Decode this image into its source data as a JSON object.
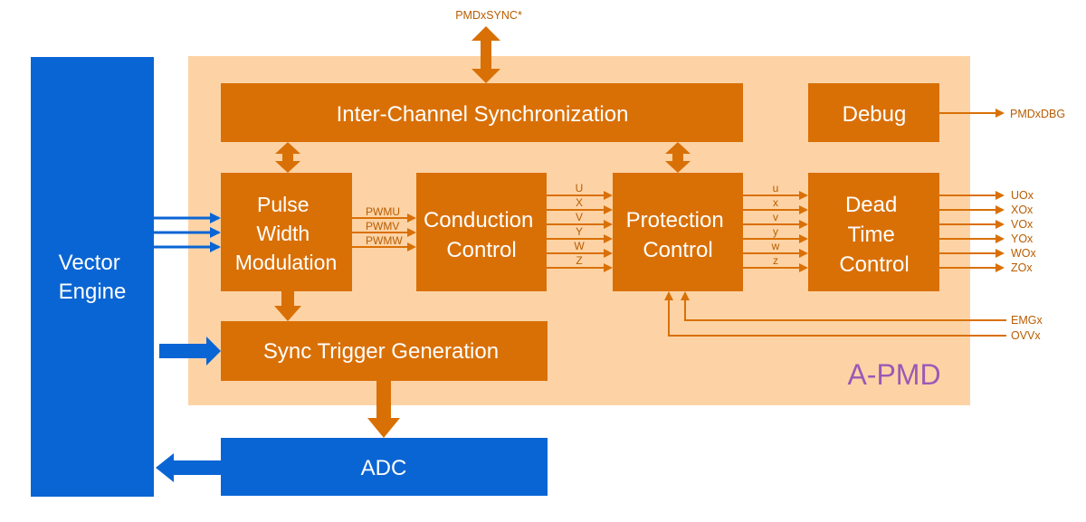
{
  "colors": {
    "orange": "#d97006",
    "light_orange": "#fdd3a5",
    "blue": "#0a65d4",
    "apmd_label": "#9b59b6"
  },
  "blocks": {
    "vector_engine": [
      "Vector",
      "Engine"
    ],
    "inter_channel": "Inter-Channel Synchronization",
    "debug": "Debug",
    "pulse_width": [
      "Pulse",
      "Width",
      "Modulation"
    ],
    "conduction": [
      "Conduction",
      "Control"
    ],
    "protection": [
      "Protection",
      "Control"
    ],
    "dead_time": [
      "Dead",
      "Time",
      "Control"
    ],
    "sync_trigger": "Sync Trigger Generation",
    "adc": "ADC"
  },
  "region_label": "A-PMD",
  "signals": {
    "pwm": [
      "PWMU",
      "PWMV",
      "PWMW"
    ],
    "conduction_out": [
      "U",
      "X",
      "V",
      "Y",
      "W",
      "Z"
    ],
    "protection_out": [
      "u",
      "x",
      "v",
      "y",
      "w",
      "z"
    ],
    "dead_time_out": [
      "UOx",
      "XOx",
      "VOx",
      "YOx",
      "WOx",
      "ZOx"
    ],
    "pmd_sync": "PMDxSYNC*",
    "pmd_dbg": "PMDxDBG",
    "emg": "EMGx",
    "ovv": "OVVx"
  }
}
